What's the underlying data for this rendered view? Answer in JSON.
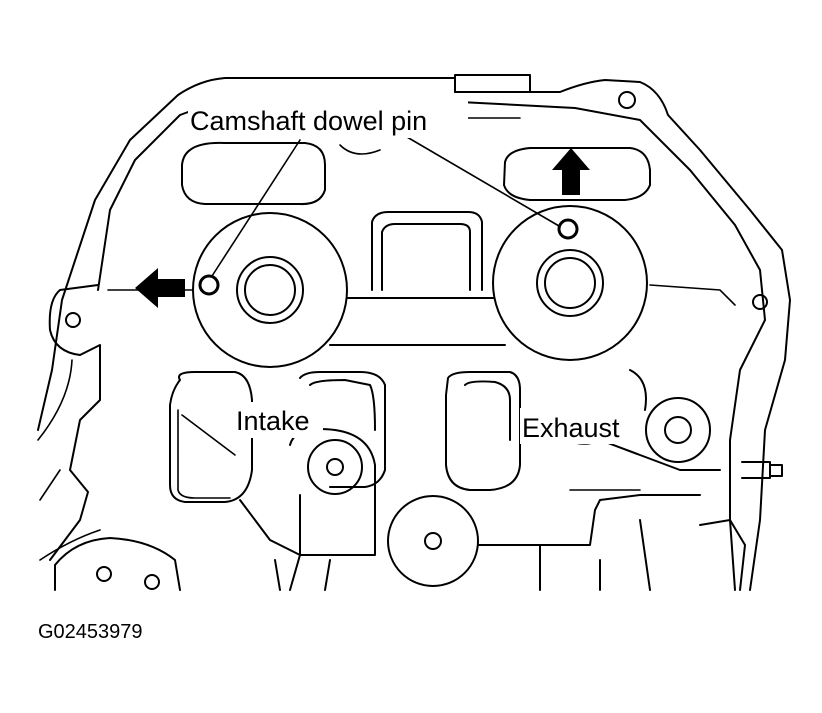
{
  "labels": {
    "camshaft_dowel_pin": "Camshaft dowel pin",
    "intake": "Intake",
    "exhaust": "Exhaust"
  },
  "figure_code": "G02453979",
  "colors": {
    "line": "#000000",
    "background": "#ffffff"
  },
  "icons": [
    "arrow-left-icon",
    "arrow-up-icon"
  ]
}
